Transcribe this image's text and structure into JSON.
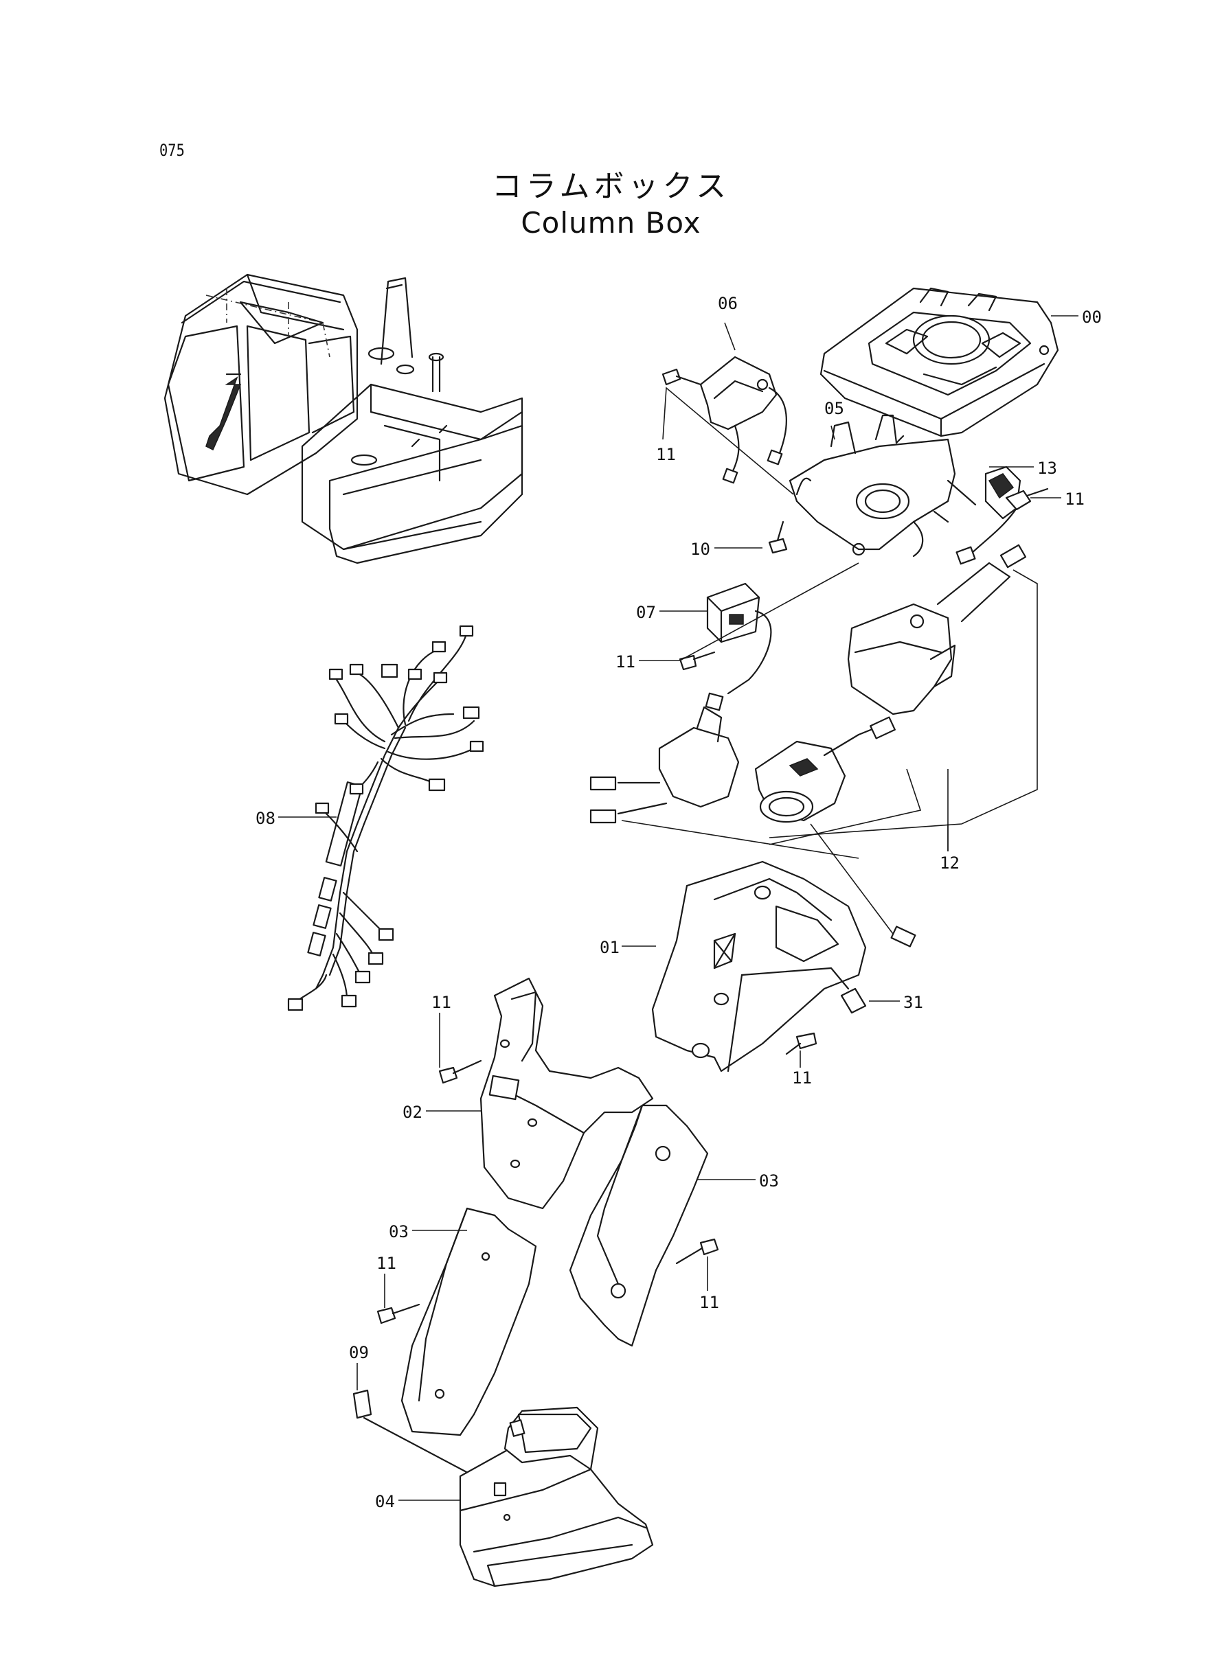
{
  "page_number": "075",
  "title_jp": "コラムボックス",
  "title_en": "Column Box",
  "callouts": {
    "c00": "00",
    "c01": "01",
    "c02": "02",
    "c03a": "03",
    "c03b": "03",
    "c04": "04",
    "c05": "05",
    "c06": "06",
    "c07": "07",
    "c08": "08",
    "c09": "09",
    "c10": "10",
    "c11a": "11",
    "c11b": "11",
    "c11c": "11",
    "c11d": "11",
    "c11e": "11",
    "c11f": "11",
    "c11g": "11",
    "c12": "12",
    "c13": "13",
    "c31": "31"
  }
}
